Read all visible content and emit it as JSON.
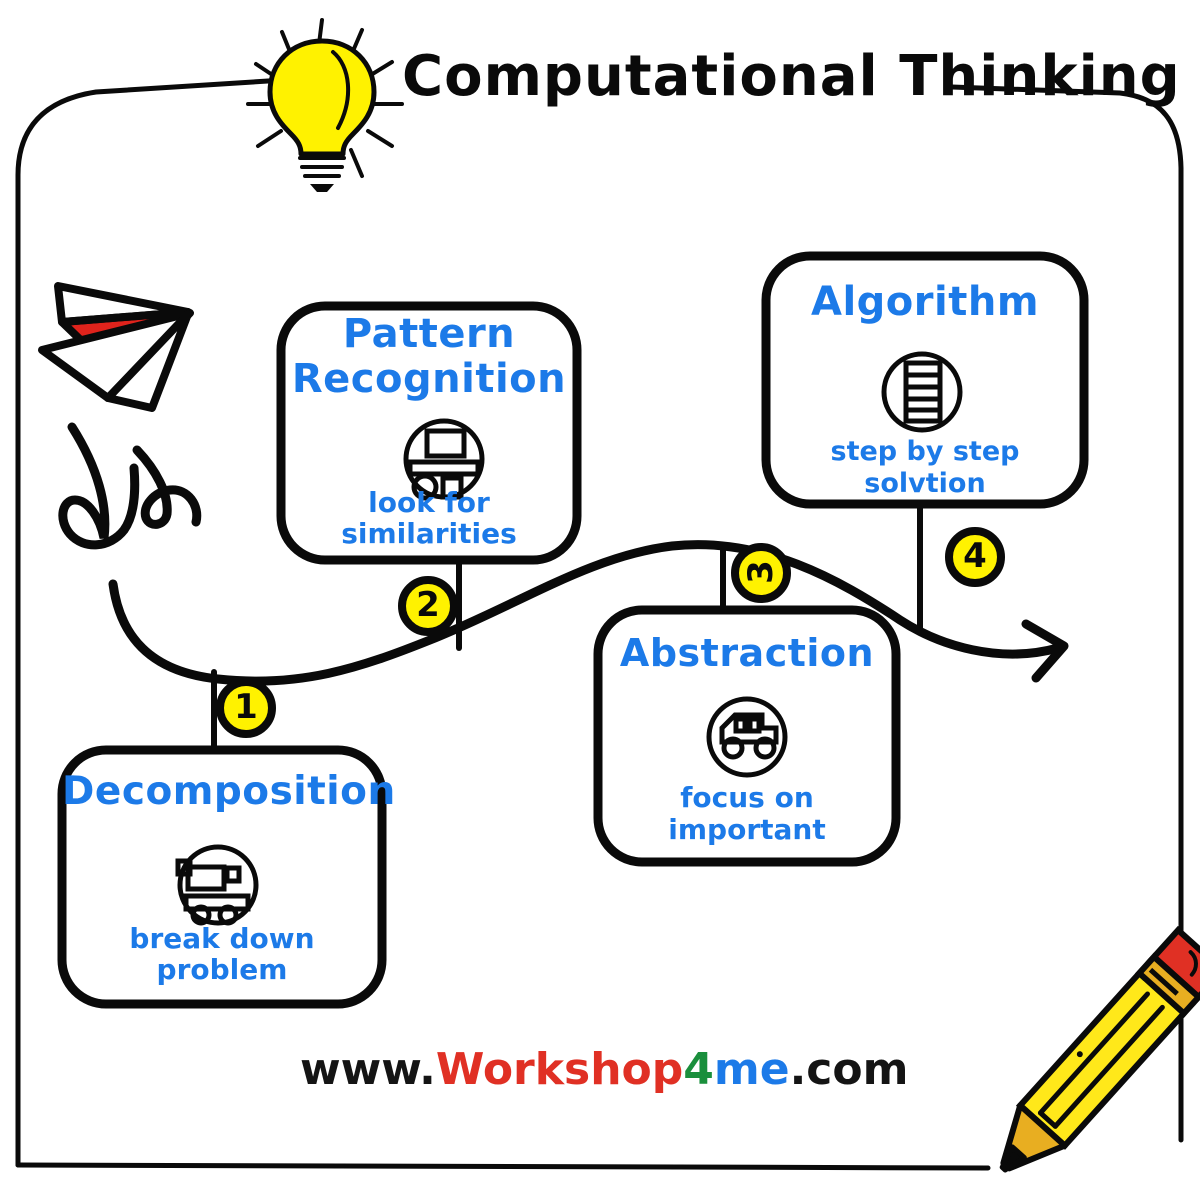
{
  "poster": {
    "title": "Computational Thinking",
    "title_icon": "lightbulb-icon",
    "background_color": "#ffffff",
    "accent_blue": "#1c7ae8",
    "accent_yellow": "#fff200",
    "accent_red": "#e03024",
    "ink_black": "#0a0a0a"
  },
  "decorations": {
    "paper_plane": "paper-plane-icon",
    "paper_plane_accent_color": "#e0231c",
    "swoosh": "cursive-swoosh",
    "pencil": "pencil-icon",
    "pencil_body_color": "#ffe81a",
    "pencil_eraser_color": "#e03024",
    "pencil_ferrule_color": "#e8ae21"
  },
  "flow": {
    "arrow_label": "s-curve-flow-arrow",
    "direction": "left-to-right"
  },
  "steps": [
    {
      "number": "1",
      "title": "Decomposition",
      "subtitle_line1": "break down",
      "subtitle_line2": "problem",
      "icon": "disassembled-car-icon"
    },
    {
      "number": "2",
      "title_line1": "Pattern",
      "title_line2": "Recognition",
      "subtitle_line1": "look for",
      "subtitle_line2": "similarities",
      "icon": "shapes-grid-icon"
    },
    {
      "number": "3",
      "title": "Abstraction",
      "subtitle_line1": "focus on",
      "subtitle_line2": "important",
      "icon": "simple-car-icon"
    },
    {
      "number": "4",
      "title": "Algorithm",
      "subtitle_line1": "step by step",
      "subtitle_line2": "solvtion",
      "icon": "step-list-icon"
    }
  ],
  "footer": {
    "url_www": "www.",
    "url_workshop": "Workshop",
    "url_four": "4",
    "url_me": "me",
    "url_com": ".com"
  }
}
